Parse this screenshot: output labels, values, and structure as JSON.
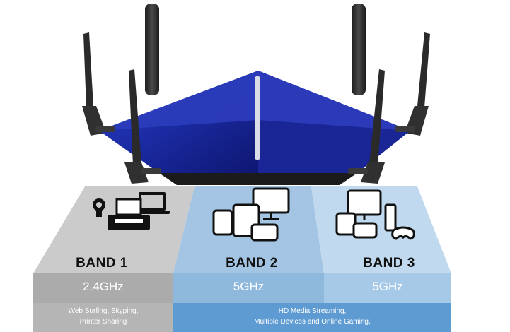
{
  "colors": {
    "router_body": "#1c2b9e",
    "band1_panel": "#c9c9c9",
    "band2_panel": "#9cc0e0",
    "band3_panel": "#b8d4ec",
    "band1_strip": "#a9a9a9",
    "band2_strip": "#8fb7dc",
    "desc_strip_blue": "#5a98d0"
  },
  "bands": [
    {
      "title": "BAND 1",
      "frequency": "2.4GHz",
      "description_lines": [
        "Web Surfing, Skyping,",
        "Printer Sharing"
      ],
      "icon": "printer-camera-laptop-icon"
    },
    {
      "title": "BAND 2",
      "frequency": "5GHz",
      "icon": "devices-monitor-tablet-phone-icon"
    },
    {
      "title": "BAND 3",
      "frequency": "5GHz",
      "icon": "devices-console-gamepad-icon"
    }
  ],
  "shared_description_lines": [
    "HD Media Streaming,",
    "Multiple Devices and Online Gaming,"
  ]
}
